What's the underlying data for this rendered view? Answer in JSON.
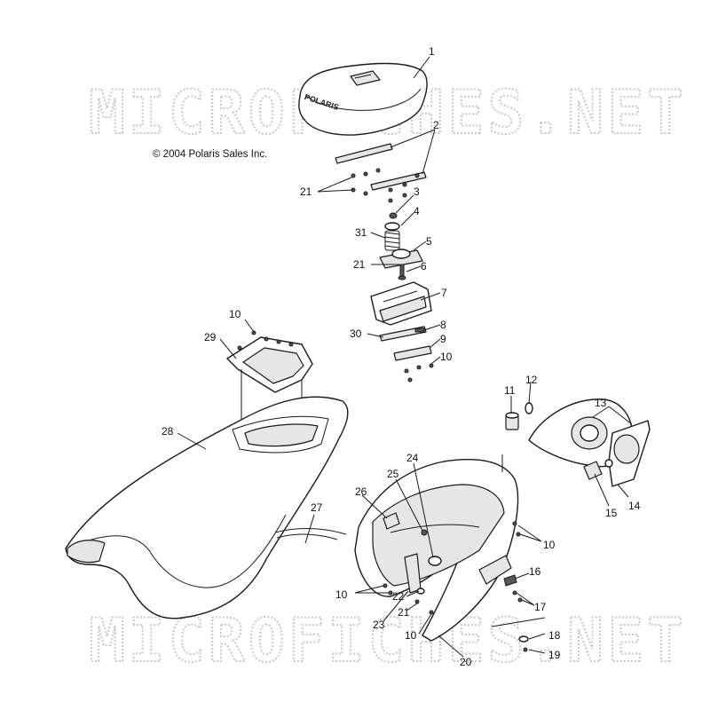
{
  "watermark": "MICROFICHES.NET",
  "copyright": "© 2004 Polaris Sales Inc.",
  "seat_logo": "POLARIS",
  "callouts": [
    "1",
    "2",
    "21",
    "3",
    "4",
    "31",
    "5",
    "21",
    "6",
    "7",
    "30",
    "8",
    "9",
    "10",
    "10",
    "29",
    "28",
    "27",
    "11",
    "12",
    "13",
    "14",
    "15",
    "24",
    "25",
    "26",
    "10",
    "16",
    "10",
    "22",
    "21",
    "23",
    "17",
    "10",
    "20",
    "18",
    "19"
  ]
}
